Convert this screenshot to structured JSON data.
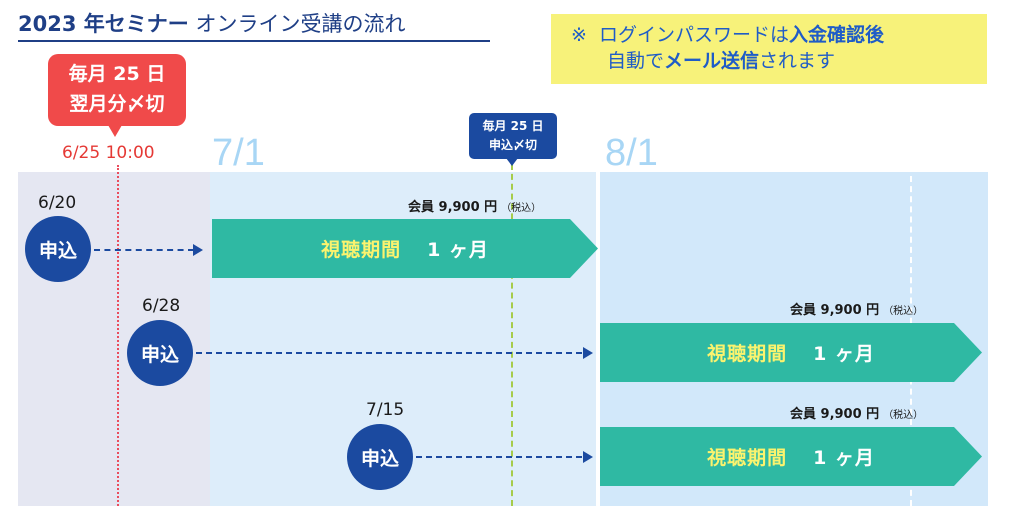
{
  "title": {
    "bold": "2023 年セミナー",
    "light": "オンライン受講の流れ"
  },
  "notice": {
    "mark": "※",
    "line1_pre": "ログインパスワードは",
    "line1_strong": "入金確認後",
    "line2_pre": "自動で",
    "line2_strong": "メール送信",
    "line2_post": "されます"
  },
  "deadline_callout": {
    "line1": "毎月 25 日",
    "line2": "翌月分〆切",
    "time": "6/25 10:00"
  },
  "july_callout": {
    "line1": "毎月 25 日",
    "line2": "申込〆切"
  },
  "months": {
    "jul": "7/1",
    "aug": "8/1"
  },
  "applications": [
    {
      "date": "6/20",
      "label": "申込"
    },
    {
      "date": "6/28",
      "label": "申込"
    },
    {
      "date": "7/15",
      "label": "申込"
    }
  ],
  "periods": [
    {
      "label": "視聴期間",
      "duration": "1 ヶ月",
      "fee": "会員 9,900 円",
      "tax": "（税込）"
    },
    {
      "label": "視聴期間",
      "duration": "1 ヶ月",
      "fee": "会員 9,900 円",
      "tax": "（税込）"
    },
    {
      "label": "視聴期間",
      "duration": "1 ヶ月",
      "fee": "会員 9,900 円",
      "tax": "（税込）"
    }
  ],
  "colors": {
    "navy": "#1b4aa0",
    "teal": "#2fb9a3",
    "period_label_yellow": "#fbf36e",
    "deadline_red": "#f04a4a",
    "notice_bg": "#f7f27a",
    "notice_text": "#1f5cc7"
  }
}
